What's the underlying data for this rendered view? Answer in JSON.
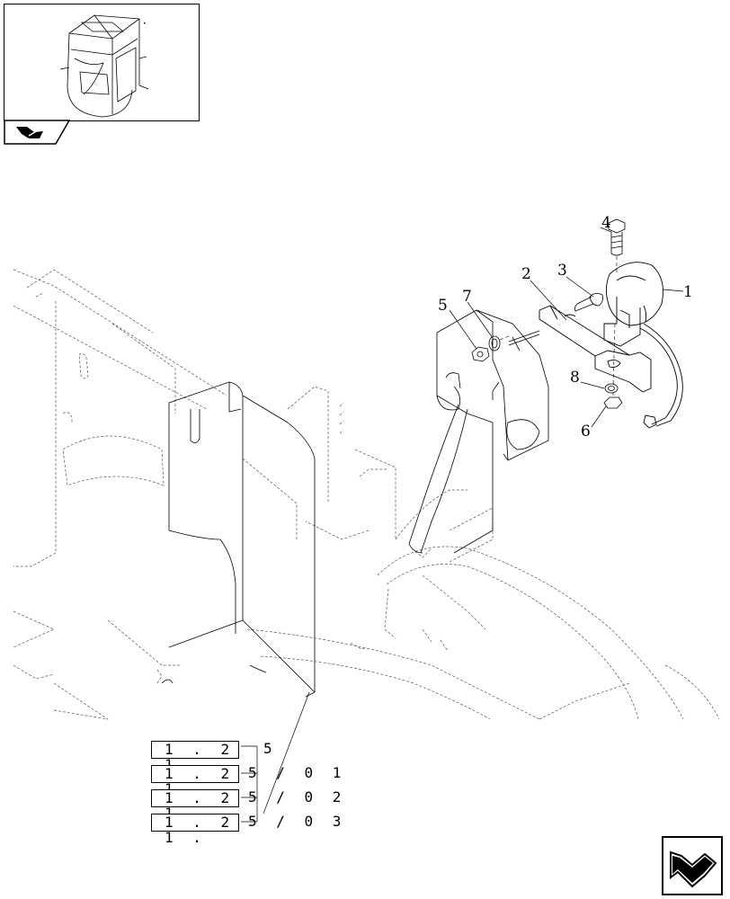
{
  "diagram": {
    "callouts": [
      {
        "id": "1",
        "label": "1"
      },
      {
        "id": "2",
        "label": "2"
      },
      {
        "id": "3",
        "label": "3"
      },
      {
        "id": "4",
        "label": "4"
      },
      {
        "id": "5",
        "label": "5"
      },
      {
        "id": "6",
        "label": "6"
      },
      {
        "id": "7",
        "label": "7"
      },
      {
        "id": "8",
        "label": "8"
      }
    ],
    "references": [
      {
        "box": "1 . 2 1 .",
        "suffix": "5"
      },
      {
        "box": "1 . 2 1 .",
        "suffix": "5 / 0 1"
      },
      {
        "box": "1 . 2 1 .",
        "suffix": "5 / 0 2"
      },
      {
        "box": "1 . 2 1 .",
        "suffix": "5 / 0 3"
      }
    ]
  },
  "icons": {
    "thumbnail": "cab-overview-thumbnail",
    "tab": "book-page-icon",
    "nav": "next-page-arrow-icon"
  }
}
